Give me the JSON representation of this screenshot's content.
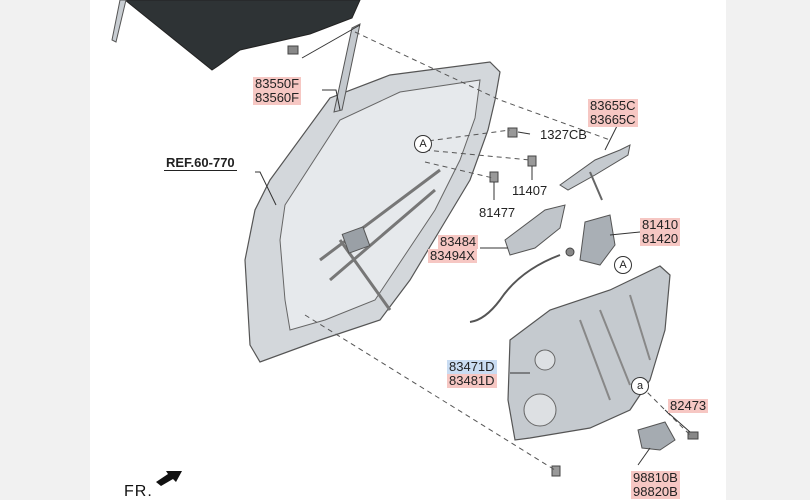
{
  "labels": {
    "l83550F": "83550F",
    "l83560F": "83560F",
    "l83655C": "83655C",
    "l83665C": "83665C",
    "l1327CB": "1327CB",
    "l11407": "11407",
    "l81477": "81477",
    "l81410": "81410",
    "l81420": "81420",
    "l83484": "83484",
    "l83494X": "83494X",
    "l83471D": "83471D",
    "l83481D": "83481D",
    "l82473": "82473",
    "l98810B": "98810B",
    "l98820B": "98820B"
  },
  "ref": "REF.60-770",
  "circles": {
    "A1": "A",
    "A2": "A",
    "a1": "a"
  },
  "front": "FR.",
  "colors": {
    "highlight": "#f6c7c3",
    "selected": "#c9dcf2",
    "line": "#555555",
    "part": "#b9bec4"
  }
}
